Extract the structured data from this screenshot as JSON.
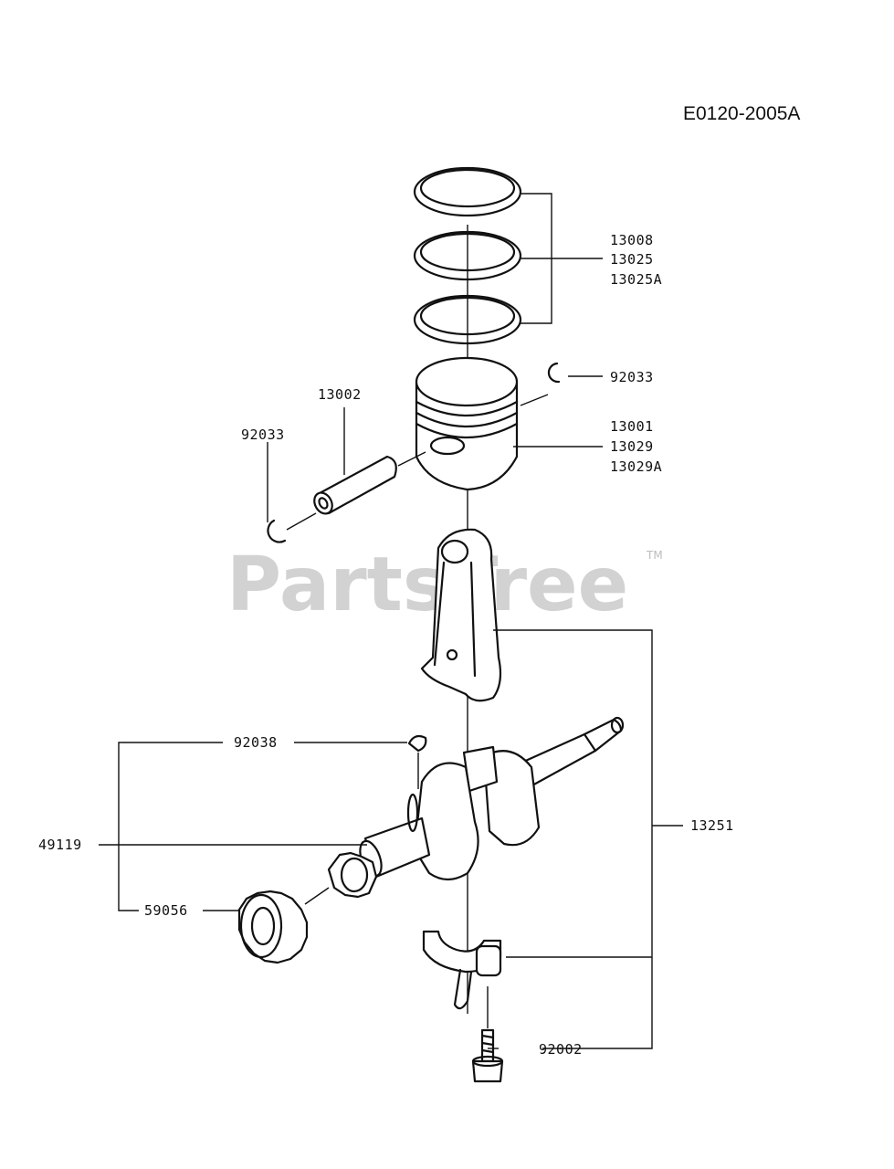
{
  "diagram_code": "E0120-2005A",
  "watermark": {
    "text": "PartsTree",
    "tm": "TM"
  },
  "labels": {
    "piston_rings": [
      "13008",
      "13025",
      "13025A"
    ],
    "circlip_right": "92033",
    "piston_pin": "13002",
    "circlip_left": "92033",
    "piston": [
      "13001",
      "13029",
      "13029A"
    ],
    "key": "92038",
    "crankshaft": "49119",
    "connecting_rod_assy": "13251",
    "gear": "59056",
    "bolt": "92002"
  },
  "colors": {
    "ink": "#111111",
    "watermark": "#d2d2d2",
    "background": "#ffffff"
  }
}
